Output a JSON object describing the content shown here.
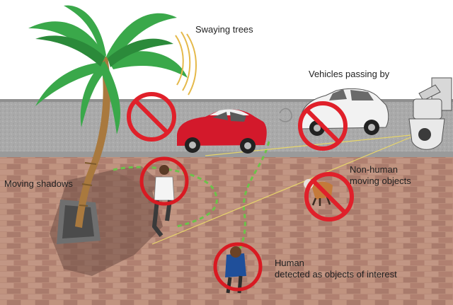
{
  "labels": {
    "swaying_trees": "Swaying trees",
    "vehicles": "Vehicles passing by",
    "moving_shadows": "Moving shadows",
    "non_human_line1": "Non-human",
    "non_human_line2": "moving objects",
    "human_line1": "Human",
    "human_line2": "detected as objects of interest"
  },
  "colors": {
    "prohibit_red": "#e0202a",
    "detect_red": "#d91a22",
    "sidewalk": "#b78a78",
    "road": "#a9a9a9",
    "path_green": "#6cc24a",
    "car_red": "#d3192b",
    "palm_green": "#3aa84a"
  },
  "icons": [
    "prohibition-icon",
    "detection-circle-icon",
    "camera-icon"
  ]
}
